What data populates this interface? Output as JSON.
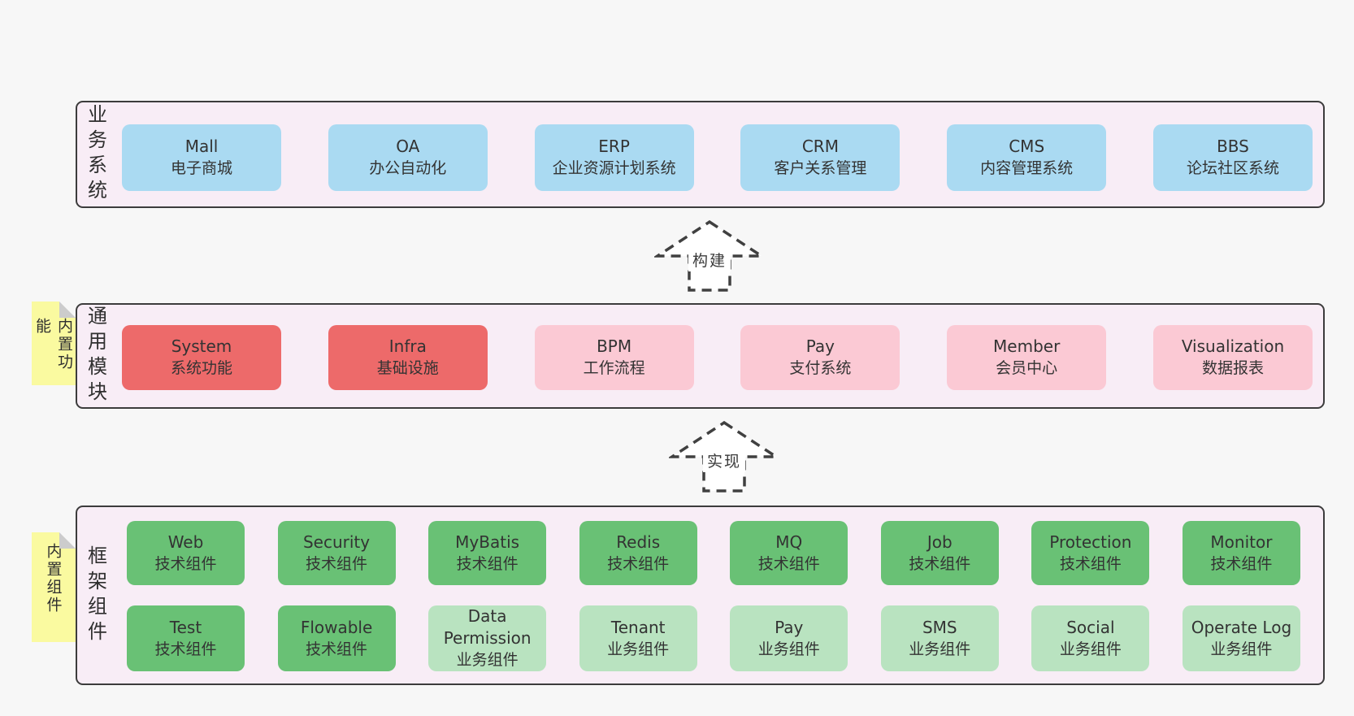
{
  "colors": {
    "page_bg": "#f7f7f7",
    "panel_bg": "#f8edf6",
    "panel_border": "#3c3c3c",
    "box_blue": "#aadaf2",
    "box_red": "#ed6a6a",
    "box_pink": "#fbc9d4",
    "box_green": "#69c175",
    "box_green_light": "#b9e3c0",
    "note_yellow": "#fafaa0",
    "note_fold_gray": "#cccccc",
    "text": "#333333",
    "arrow_stroke": "#404040"
  },
  "arrows": [
    {
      "label": "构建"
    },
    {
      "label": "实现"
    }
  ],
  "notes": [
    {
      "label": "内置功能"
    },
    {
      "label": "内置组件"
    }
  ],
  "layers": {
    "business": {
      "title": "业务系统",
      "boxes": [
        {
          "name": "Mall",
          "desc": "电子商城"
        },
        {
          "name": "OA",
          "desc": "办公自动化"
        },
        {
          "name": "ERP",
          "desc": "企业资源计划系统"
        },
        {
          "name": "CRM",
          "desc": "客户关系管理"
        },
        {
          "name": "CMS",
          "desc": "内容管理系统"
        },
        {
          "name": "BBS",
          "desc": "论坛社区系统"
        }
      ]
    },
    "modules": {
      "title": "通用模块",
      "boxes": [
        {
          "name": "System",
          "desc": "系统功能"
        },
        {
          "name": "Infra",
          "desc": "基础设施"
        },
        {
          "name": "BPM",
          "desc": "工作流程"
        },
        {
          "name": "Pay",
          "desc": "支付系统"
        },
        {
          "name": "Member",
          "desc": "会员中心"
        },
        {
          "name": "Visualization",
          "desc": "数据报表"
        }
      ]
    },
    "components": {
      "title": "框架组件",
      "row1": [
        {
          "name": "Web",
          "desc": "技术组件"
        },
        {
          "name": "Security",
          "desc": "技术组件"
        },
        {
          "name": "MyBatis",
          "desc": "技术组件"
        },
        {
          "name": "Redis",
          "desc": "技术组件"
        },
        {
          "name": "MQ",
          "desc": "技术组件"
        },
        {
          "name": "Job",
          "desc": "技术组件"
        },
        {
          "name": "Protection",
          "desc": "技术组件"
        },
        {
          "name": "Monitor",
          "desc": "技术组件"
        }
      ],
      "row2": [
        {
          "name": "Test",
          "desc": "技术组件"
        },
        {
          "name": "Flowable",
          "desc": "技术组件"
        },
        {
          "name": "Data Permission",
          "desc": "业务组件"
        },
        {
          "name": "Tenant",
          "desc": "业务组件"
        },
        {
          "name": "Pay",
          "desc": "业务组件"
        },
        {
          "name": "SMS",
          "desc": "业务组件"
        },
        {
          "name": "Social",
          "desc": "业务组件"
        },
        {
          "name": "Operate Log",
          "desc": "业务组件"
        }
      ]
    }
  }
}
